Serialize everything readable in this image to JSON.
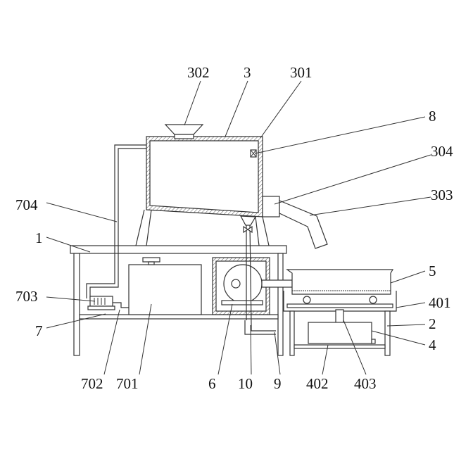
{
  "labels": {
    "l302": "302",
    "l3": "3",
    "l301": "301",
    "l8": "8",
    "l304": "304",
    "l303": "303",
    "l704": "704",
    "l1": "1",
    "l5": "5",
    "l703": "703",
    "l401": "401",
    "l2": "2",
    "l7": "7",
    "l4": "4",
    "l702": "702",
    "l701": "701",
    "l6": "6",
    "l10": "10",
    "l9": "9",
    "l402": "402",
    "l403": "403"
  }
}
